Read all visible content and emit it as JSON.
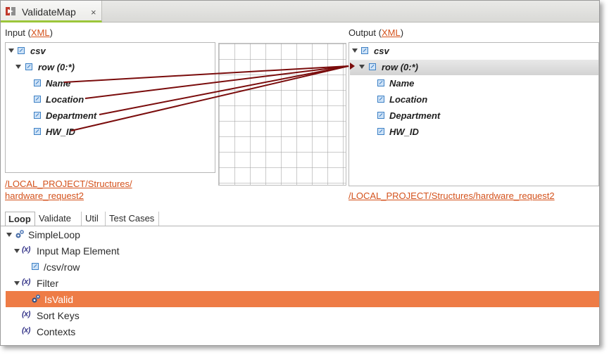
{
  "tab": {
    "title": "ValidateMap",
    "close": "×"
  },
  "input": {
    "label_prefix": "Input (",
    "label_link": "XML",
    "label_suffix": ")",
    "tree": [
      {
        "label": "csv"
      },
      {
        "label": "row (0:*)"
      },
      {
        "label": "Name"
      },
      {
        "label": "Location"
      },
      {
        "label": "Department"
      },
      {
        "label": "HW_ID"
      }
    ],
    "path_line1": "/LOCAL_PROJECT/Structures/",
    "path_line2": "hardware_request2"
  },
  "output": {
    "label_prefix": "Output (",
    "label_link": "XML",
    "label_suffix": ")",
    "tree": [
      {
        "label": "csv"
      },
      {
        "label": "row (0:*)"
      },
      {
        "label": "Name"
      },
      {
        "label": "Location"
      },
      {
        "label": "Department"
      },
      {
        "label": "HW_ID"
      }
    ],
    "path": "/LOCAL_PROJECT/Structures/hardware_request2"
  },
  "bottom_tabs": [
    {
      "label": "Loop",
      "active": true
    },
    {
      "label": "Validate"
    },
    {
      "label": "Util"
    },
    {
      "label": "Test Cases"
    }
  ],
  "loop_tree": [
    {
      "label": "SimpleLoop"
    },
    {
      "label": "Input Map Element"
    },
    {
      "label": "/csv/row"
    },
    {
      "label": "Filter"
    },
    {
      "label": "IsValid",
      "selected": true
    },
    {
      "label": "Sort Keys"
    },
    {
      "label": "Contexts"
    }
  ],
  "colors": {
    "link": "#d4521c",
    "mapping_line": "#7a0c0c",
    "selection": "#ee7c46",
    "tab_accent": "#9cc63a"
  },
  "icons": {
    "element": "element-icon",
    "variable": "variable-icon",
    "loop": "gear-icon"
  }
}
